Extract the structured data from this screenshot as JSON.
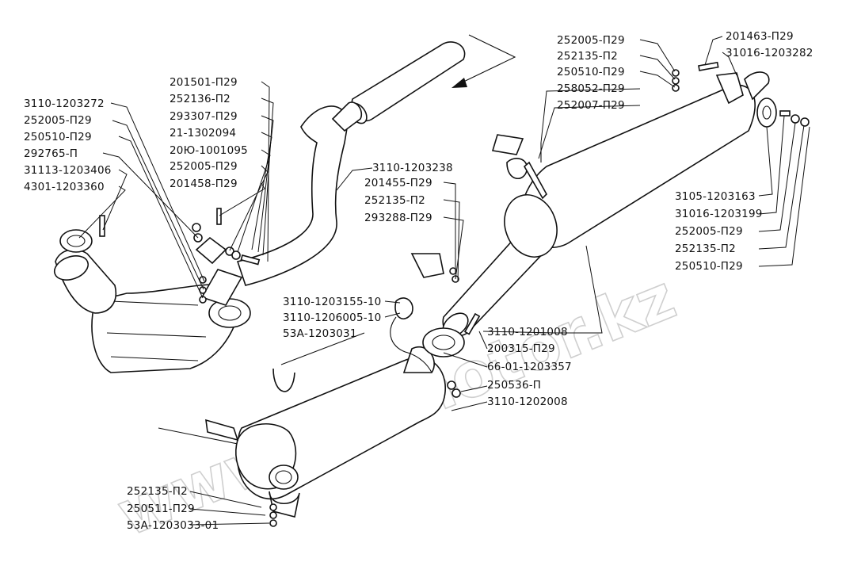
{
  "watermark": "www.sibmotor.kz",
  "labels": {
    "l3110_1203272": "3110-1203272",
    "l252005_p29_a": "252005-П29",
    "l250510_p29_a": "250510-П29",
    "l292765_p": "292765-П",
    "l31113_1203406": "31113-1203406",
    "l4301_1203360": "4301-1203360",
    "l201501_p29": "201501-П29",
    "l252136_p2": "252136-П2",
    "l293307_p29": "293307-П29",
    "l21_1302094": "21-1302094",
    "l20yu_1001095": "20Ю-1001095",
    "l252005_p29_b": "252005-П29",
    "l201458_p29": "201458-П29",
    "l3110_1203238": "3110-1203238",
    "l201455_p29": "201455-П29",
    "l252135_p2_a": "252135-П2",
    "l293288_p29": "293288-П29",
    "l252005_p29_c": "252005-П29",
    "l252135_p2_b": "252135-П2",
    "l250510_p29_b": "250510-П29",
    "l258052_p29": "258052-П29",
    "l252007_p29": "252007-П29",
    "l201463_p29": "201463-П29",
    "l31016_1203282": "31016-1203282",
    "l3105_1203163": "3105-1203163",
    "l31016_1203199": "31016-1203199",
    "l252005_p29_d": "252005-П29",
    "l252135_p2_c": "252135-П2",
    "l250510_p29_c": "250510-П29",
    "l3110_1203155_10": "3110-1203155-10",
    "l3110_1206005_10": "3110-1206005-10",
    "l53a_1203031": "53А-1203031",
    "l3110_1201008": "3110-1201008",
    "l200315_p29": "200315-П29",
    "l66_01_1203357": "66-01-1203357",
    "l250536_p": "250536-П",
    "l3110_1202008": "3110-1202008",
    "l252135_p2_d": "252135-П2",
    "l250511_p29": "250511-П29",
    "l53a_1203033_01": "53А-1203033-01"
  }
}
